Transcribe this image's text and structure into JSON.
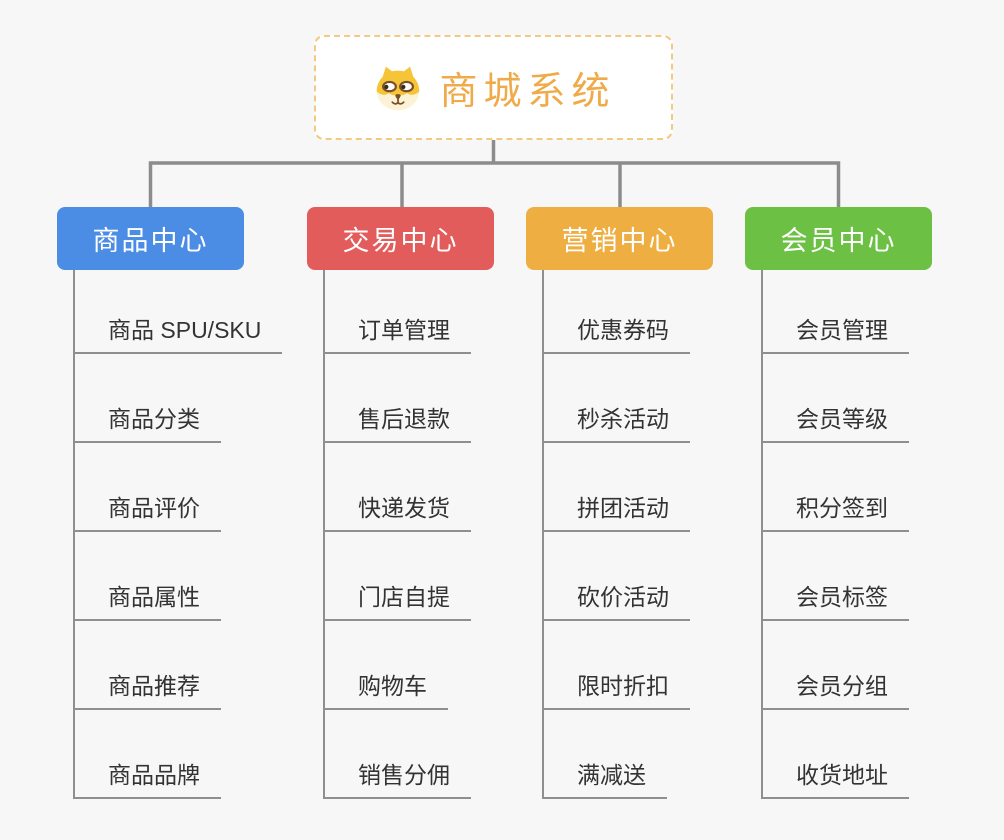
{
  "root": {
    "title": "商城系统",
    "icon": "dog-face"
  },
  "branches": [
    {
      "label": "商品中心",
      "color": "#4b8de4",
      "items": [
        "商品 SPU/SKU",
        "商品分类",
        "商品评价",
        "商品属性",
        "商品推荐",
        "商品品牌"
      ]
    },
    {
      "label": "交易中心",
      "color": "#e35c5c",
      "items": [
        "订单管理",
        "售后退款",
        "快递发货",
        "门店自提",
        "购物车",
        "销售分佣"
      ]
    },
    {
      "label": "营销中心",
      "color": "#eeae41",
      "items": [
        "优惠券码",
        "秒杀活动",
        "拼团活动",
        "砍价活动",
        "限时折扣",
        "满减送"
      ]
    },
    {
      "label": "会员中心",
      "color": "#6cc044",
      "items": [
        "会员管理",
        "会员等级",
        "积分签到",
        "会员标签",
        "会员分组",
        "收货地址"
      ]
    }
  ],
  "colors": {
    "background": "#f7f7f7",
    "connector": "#8c8c8c",
    "node-line": "#8f8f8f",
    "item-text": "#333333",
    "root-title": "#efab4a",
    "root-border": "#f2ca82",
    "root-bg": "#ffffff",
    "header-text": "#ffffff",
    "branch-1": "#4b8de4",
    "branch-2": "#e35c5c",
    "branch-3": "#eeae41",
    "branch-4": "#6cc044"
  }
}
